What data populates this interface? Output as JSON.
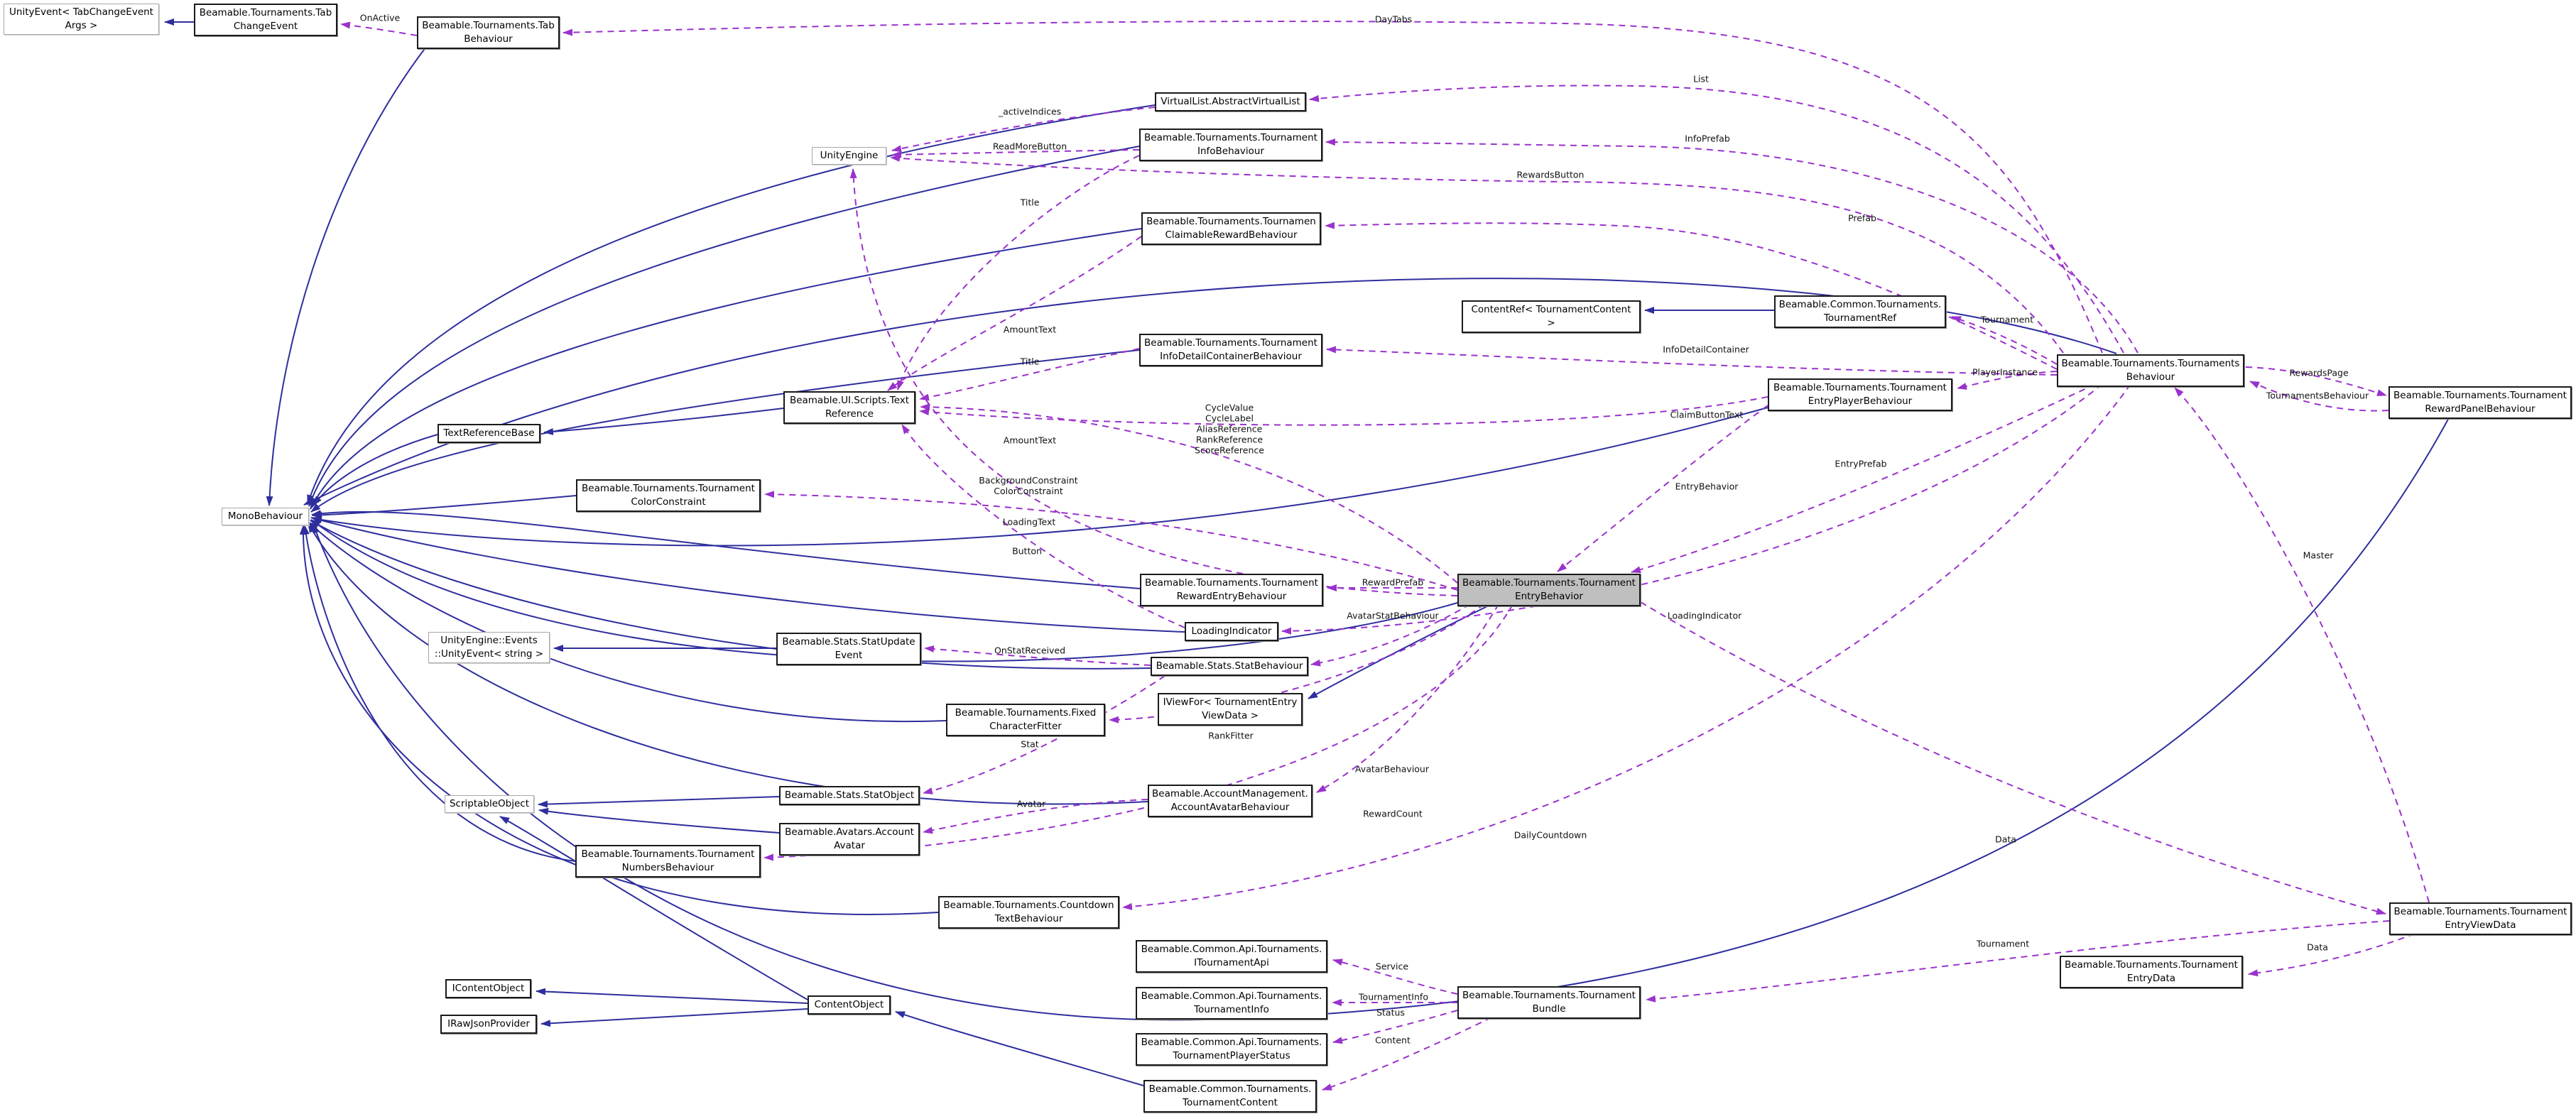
{
  "diagram_title": "Collaboration diagram for Beamable.Tournaments.TournamentEntryBehavior",
  "colors": {
    "inheritance_edge": "#2e2e9e",
    "usage_edge": "#9a32cc",
    "highlight_fill": "#bfbfbf",
    "node_border": "#1a1a1a",
    "external_border": "#a8a8a8"
  },
  "nodes": {
    "ue_tabchange": {
      "label": "UnityEvent< TabChangeEvent\nArgs >"
    },
    "tabchangeevent": {
      "label": "Beamable.Tournaments.Tab\nChangeEvent"
    },
    "tabbehaviour": {
      "label": "Beamable.Tournaments.Tab\nBehaviour"
    },
    "virtuallist": {
      "label": "VirtualList.AbstractVirtualList"
    },
    "infobehaviour": {
      "label": "Beamable.Tournaments.Tournament\nInfoBehaviour"
    },
    "unityengine": {
      "label": "UnityEngine"
    },
    "claimablereward": {
      "label": "Beamable.Tournaments.Tournamen\nClaimableRewardBehaviour"
    },
    "contentref": {
      "label": "ContentRef< TournamentContent >"
    },
    "tournamentref": {
      "label": "Beamable.Common.Tournaments.\nTournamentRef"
    },
    "infodetail": {
      "label": "Beamable.Tournaments.Tournament\nInfoDetailContainerBehaviour"
    },
    "entryplayer": {
      "label": "Beamable.Tournaments.Tournament\nEntryPlayerBehaviour"
    },
    "tournamentsbehaviour": {
      "label": "Beamable.Tournaments.Tournaments\nBehaviour"
    },
    "rewardpanel": {
      "label": "Beamable.Tournaments.Tournament\nRewardPanelBehaviour"
    },
    "textreference": {
      "label": "Beamable.UI.Scripts.Text\nReference"
    },
    "textreferencebase": {
      "label": "TextReferenceBase"
    },
    "monobehaviour": {
      "label": "MonoBehaviour"
    },
    "colorconstraint": {
      "label": "Beamable.Tournaments.Tournament\nColorConstraint"
    },
    "rewardentry": {
      "label": "Beamable.Tournaments.Tournament\nRewardEntryBehaviour"
    },
    "entrybehavior": {
      "label": "Beamable.Tournaments.Tournament\nEntryBehavior"
    },
    "loadingindicator": {
      "label": "LoadingIndicator"
    },
    "statbehaviour": {
      "label": "Beamable.Stats.StatBehaviour"
    },
    "ue_string": {
      "label": "UnityEngine::Events\n::UnityEvent< string >"
    },
    "statupdateevent": {
      "label": "Beamable.Stats.StatUpdate\nEvent"
    },
    "iviewfor": {
      "label": "IViewFor< TournamentEntry\nViewData >"
    },
    "fixedcharfitter": {
      "label": "Beamable.Tournaments.Fixed\nCharacterFitter"
    },
    "scriptableobject": {
      "label": "ScriptableObject"
    },
    "statobject": {
      "label": "Beamable.Stats.StatObject"
    },
    "accountavatarbehaviour": {
      "label": "Beamable.AccountManagement.\nAccountAvatarBehaviour"
    },
    "accountavatar": {
      "label": "Beamable.Avatars.Account\nAvatar"
    },
    "numbersbehaviour": {
      "label": "Beamable.Tournaments.Tournament\nNumbersBehaviour"
    },
    "countdowntext": {
      "label": "Beamable.Tournaments.Countdown\nTextBehaviour"
    },
    "entryviewdata": {
      "label": "Beamable.Tournaments.Tournament\nEntryViewData"
    },
    "itournamentapi": {
      "label": "Beamable.Common.Api.Tournaments.\nITournamentApi"
    },
    "entrydata": {
      "label": "Beamable.Tournaments.Tournament\nEntryData"
    },
    "tournamentinfo_node": {
      "label": "Beamable.Common.Api.Tournaments.\nTournamentInfo"
    },
    "bundle": {
      "label": "Beamable.Tournaments.Tournament\nBundle"
    },
    "icontentobject": {
      "label": "IContentObject"
    },
    "contentobject": {
      "label": "ContentObject"
    },
    "irawjson": {
      "label": "IRawJsonProvider"
    },
    "playerstatus": {
      "label": "Beamable.Common.Api.Tournaments.\nTournamentPlayerStatus"
    },
    "tournamentcontent": {
      "label": "Beamable.Common.Tournaments.\nTournamentContent"
    }
  },
  "edge_labels": {
    "onactive": "OnActive",
    "daytabs": "DayTabs",
    "list": "List",
    "active_indices": "_activeIndices",
    "readmorebutton": "ReadMoreButton",
    "infoprefab": "InfoPrefab",
    "rewardsbutton": "RewardsButton",
    "title_info": "Title",
    "prefab": "Prefab",
    "tournament_ref": "Tournament",
    "infodetailcontainer": "InfoDetailContainer",
    "playerinstance": "PlayerInstance",
    "rewardspage": "RewardsPage",
    "tournamentsbehaviour_lbl": "TournamentsBehaviour",
    "amounttext_claim": "AmountText",
    "title_detail": "Title",
    "cycle_refs": "CycleValue\nCycleLabel\nAliasReference\nRankReference\nScoreReference",
    "claimbuttontext": "ClaimButtonText",
    "amounttext_reward": "AmountText",
    "entryprefab": "EntryPrefab",
    "entrybehavior_lbl": "EntryBehavior",
    "background_color": "BackgroundConstraint\nColorConstraint",
    "loadingtext": "LoadingText",
    "button": "Button",
    "rewardprefab": "RewardPrefab",
    "master": "Master",
    "avatarstat": "AvatarStatBehaviour",
    "loadingindicator_lbl": "LoadingIndicator",
    "onstatreceived": "OnStatReceived",
    "rankfitter": "RankFitter",
    "stat": "Stat",
    "avatarbehaviour": "AvatarBehaviour",
    "avatar": "Avatar",
    "rewardcount": "RewardCount",
    "dailycountdown": "DailyCountdown",
    "data_view": "Data",
    "tournament_bundle": "Tournament",
    "data_entry": "Data",
    "service": "Service",
    "tournamentinfo_lbl": "TournamentInfo",
    "status": "Status",
    "content": "Content"
  }
}
